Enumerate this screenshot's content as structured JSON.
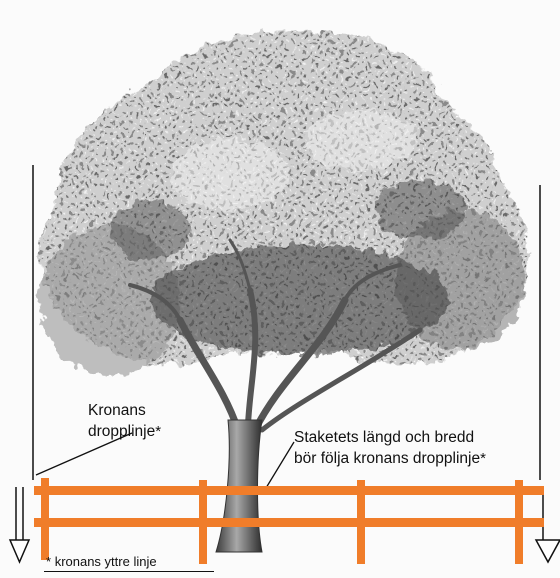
{
  "labels": {
    "dripline_line1": "Kronans",
    "dripline_line2": "dropplinje",
    "fence_line1": "Staketets längd och bredd",
    "fence_line2": "bör följa kronans dropplinje",
    "footnote": "kronans yttre linje",
    "asterisk": "*"
  },
  "colors": {
    "fence": "#f07d2a",
    "ink": "#111111",
    "canopy": "#2a2a2a",
    "trunk": "#5a5a5a"
  }
}
